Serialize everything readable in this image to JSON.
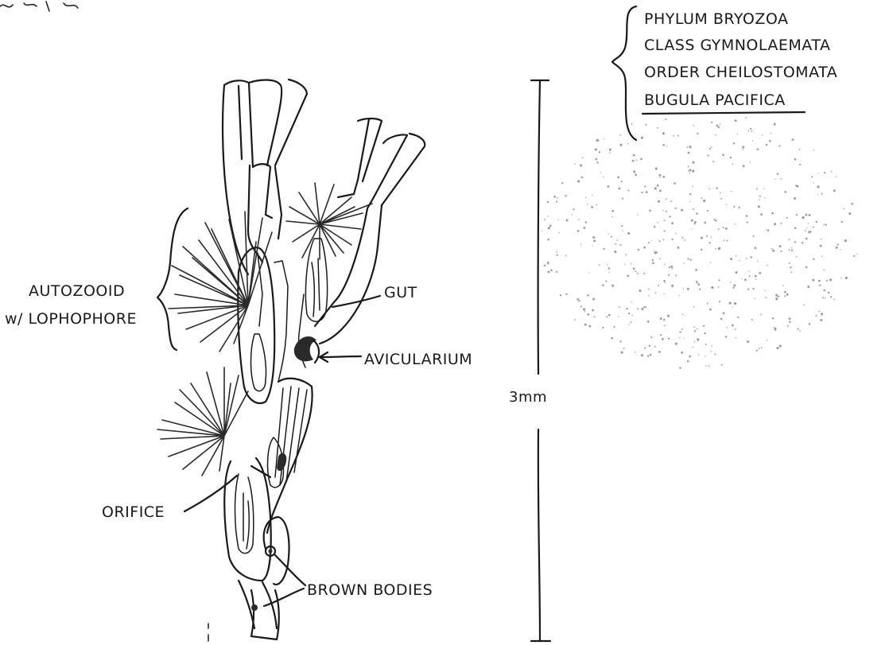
{
  "taxonomy": {
    "lines": [
      "PHYLUM BRYOZOA",
      "CLASS GYMNOLAEMATA",
      "ORDER CHEILOSTOMATA",
      "BUGULA PACIFICA"
    ]
  },
  "labels": {
    "autozooid_line1": "AUTOZOOID",
    "autozooid_line2": "w/ LOPHOPHORE",
    "gut": "GUT",
    "avicularium": "AVICULARIUM",
    "orifice": "ORIFICE",
    "brown_bodies": "BROWN BODIES",
    "scale": "3mm"
  },
  "colors": {
    "ink": "#1a1a1a",
    "stipple": "#9a9a9a"
  }
}
